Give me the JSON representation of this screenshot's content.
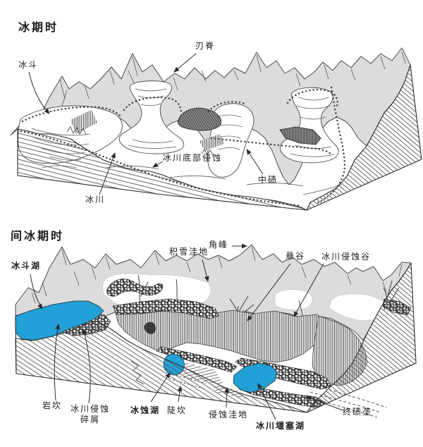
{
  "colors": {
    "background": "#ffffff",
    "mountain": "#dcdcdc",
    "snow": "#ffffff",
    "lake": "#21a1d7",
    "ink": "#2b2b2b"
  },
  "top": {
    "title": "冰期时",
    "labels": [
      {
        "id": "cirque",
        "text": "冰斗"
      },
      {
        "id": "arete",
        "text": "刃脊"
      },
      {
        "id": "subglacial-erosion",
        "text": "冰川底部侵蚀"
      },
      {
        "id": "medial-moraine",
        "text": "中碛"
      },
      {
        "id": "glacier",
        "text": "冰川"
      }
    ]
  },
  "bottom": {
    "title": "间冰期时",
    "labels": [
      {
        "id": "cirque-lake",
        "text": "冰斗湖"
      },
      {
        "id": "snow-hollow",
        "text": "积雪洼地"
      },
      {
        "id": "horn-peak",
        "text": "角峰"
      },
      {
        "id": "hanging-valley",
        "text": "悬谷"
      },
      {
        "id": "glacial-trough",
        "text": "冰川侵蚀谷"
      },
      {
        "id": "rock-sill",
        "text": "岩坎"
      },
      {
        "id": "glacial-debris-line1",
        "text": "冰川侵蚀"
      },
      {
        "id": "glacial-debris-line2",
        "text": "碎屑"
      },
      {
        "id": "glacial-erosion-lake",
        "text": "冰蚀湖"
      },
      {
        "id": "scarp",
        "text": "陡坎"
      },
      {
        "id": "erosion-hollow",
        "text": "侵蚀洼地"
      },
      {
        "id": "moraine-dammed-lake",
        "text": "冰川堰塞湖"
      },
      {
        "id": "terminal-moraine",
        "text": "终碛垄"
      }
    ]
  }
}
